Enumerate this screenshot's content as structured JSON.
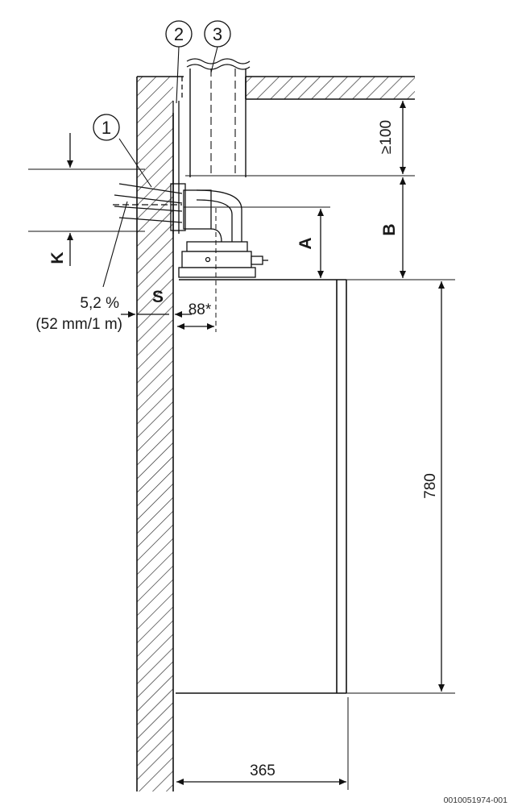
{
  "callouts": [
    "1",
    "2",
    "3"
  ],
  "dimensions": {
    "min_clearance": "≥100",
    "a": "A",
    "b": "B",
    "k": "K",
    "s": "S",
    "offset": "88*",
    "height": "780",
    "depth": "365"
  },
  "slope": {
    "percent": "5,2 %",
    "ratio": "(52 mm/1 m)"
  },
  "doc_id": "0010051974-001"
}
